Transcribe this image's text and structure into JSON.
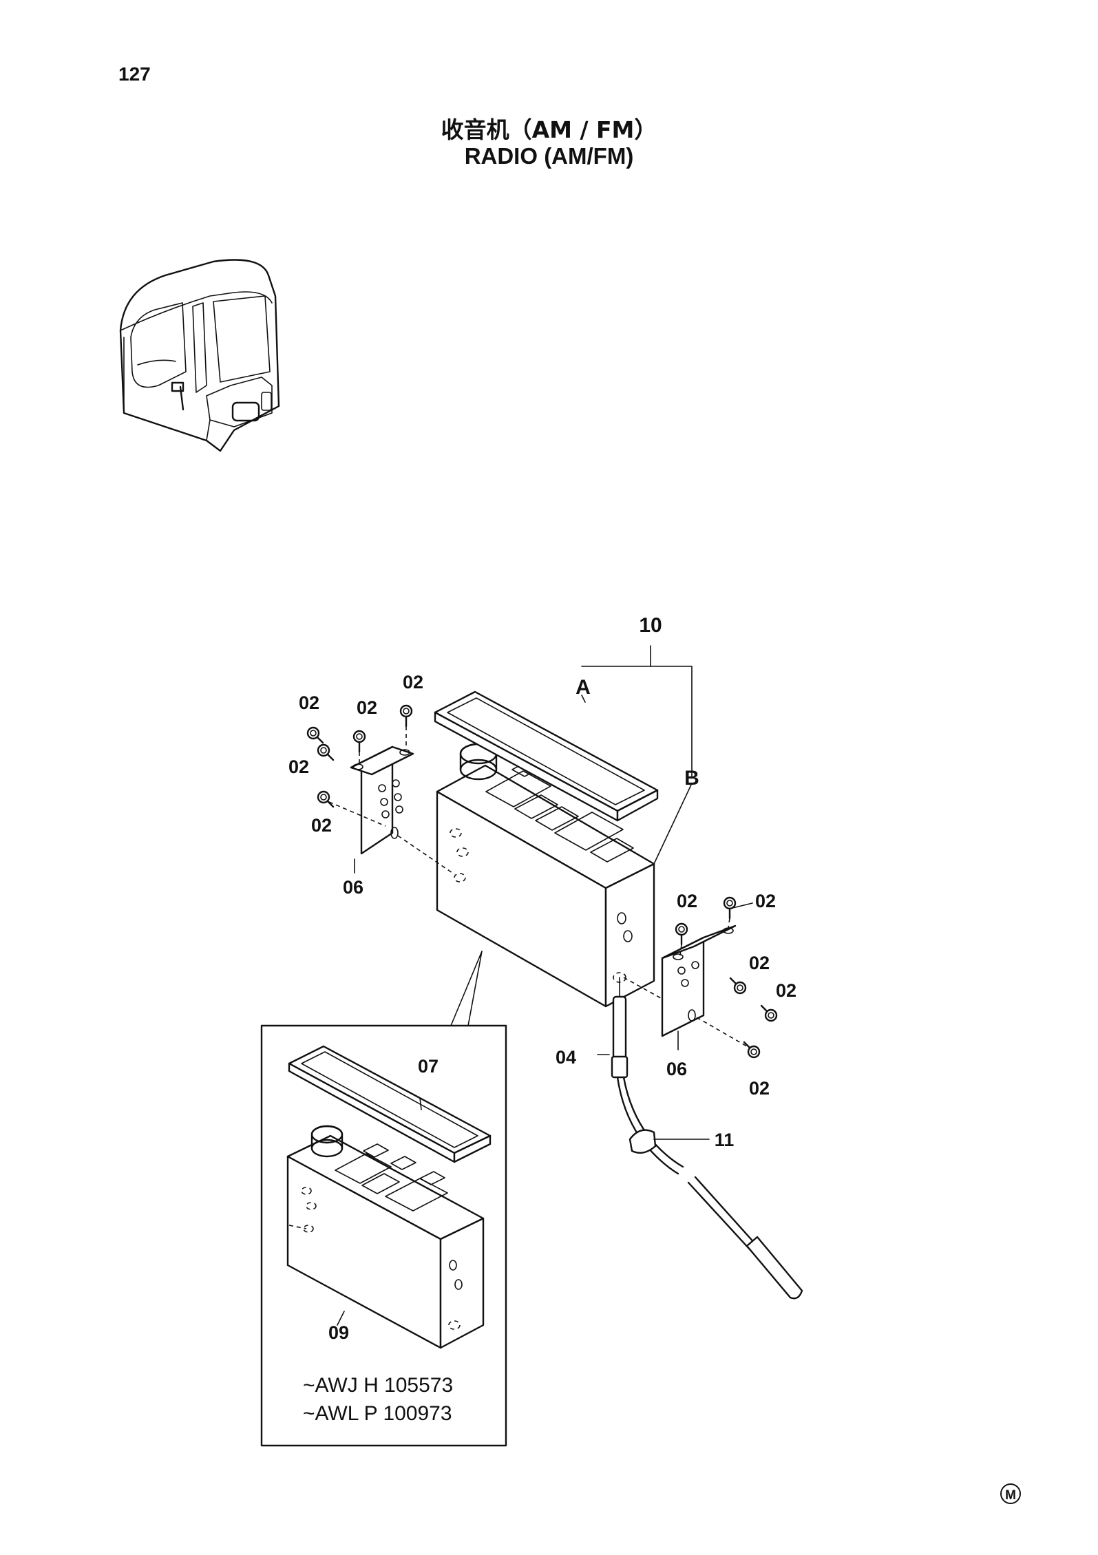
{
  "page_number": "127",
  "title_cn": "收音机（AM / FM）",
  "title_en": "RADIO (AM/FM)",
  "callouts": {
    "c10": "10",
    "a": "A",
    "b": "B",
    "screw_1": "02",
    "screw_2": "02",
    "screw_3": "02",
    "screw_4": "02",
    "screw_5": "02",
    "screw_6": "02",
    "screw_7": "02",
    "screw_8": "02",
    "screw_9": "02",
    "screw_10": "02",
    "bracket_left": "06",
    "bracket_right": "06",
    "antenna_plug": "04",
    "clip": "11",
    "inset_cover": "07",
    "inset_radio": "09"
  },
  "inset_notes": [
    "~AWJ H 105573",
    "~AWL P 100973"
  ],
  "corner_mark": "M"
}
